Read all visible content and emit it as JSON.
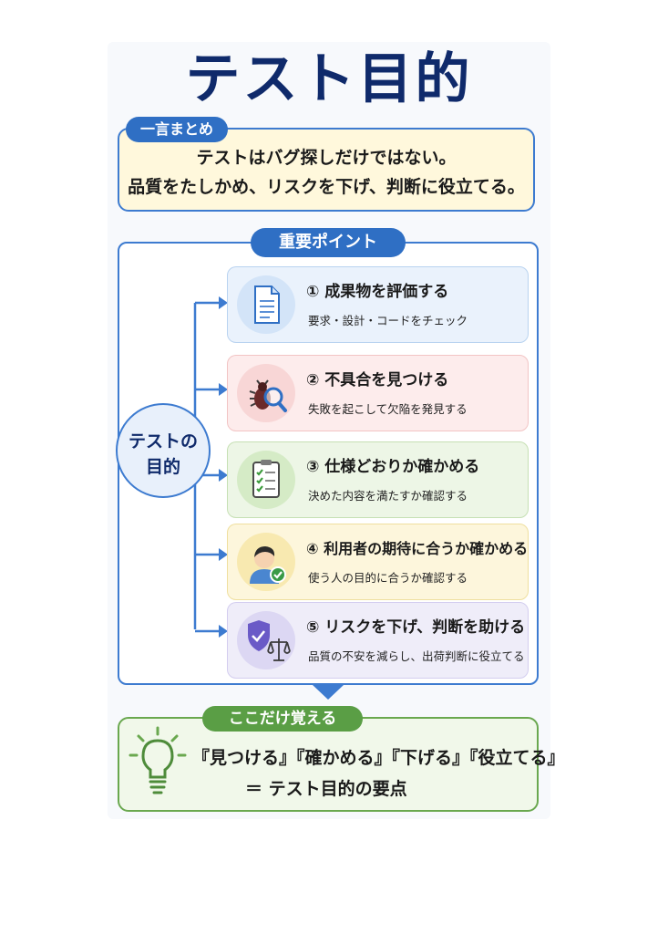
{
  "title": "テスト目的",
  "summary": {
    "label": "一言まとめ",
    "line1": "テストはバグ探しだけではない。",
    "line2": "品質をたしかめ、リスクを下げ、判断に役立てる。"
  },
  "points": {
    "label": "重要ポイント",
    "center_line1": "テストの",
    "center_line2": "目的",
    "items": [
      {
        "title": "① 成果物を評価する",
        "sub": "要求・設計・コードをチェック",
        "icon": "document-icon",
        "bg": "#eaf2fc",
        "border": "#b9d3f0"
      },
      {
        "title": "② 不具合を見つける",
        "sub": "失敗を起こして欠陥を発見する",
        "icon": "bug-magnifier-icon",
        "bg": "#fdecec",
        "border": "#f2c4c4"
      },
      {
        "title": "③ 仕様どおりか確かめる",
        "sub": "決めた内容を満たすか確認する",
        "icon": "checklist-icon",
        "bg": "#edf6e6",
        "border": "#c6e0b4"
      },
      {
        "title": "④ 利用者の期待に合うか確かめる",
        "sub": "使う人の目的に合うか確認する",
        "icon": "user-check-icon",
        "bg": "#fdf6dc",
        "border": "#efdf9e"
      },
      {
        "title": "⑤ リスクを下げ、判断を助ける",
        "sub": "品質の不安を減らし、出荷判断に役立てる",
        "icon": "shield-scale-icon",
        "bg": "#efedf9",
        "border": "#d3cdef"
      }
    ]
  },
  "remember": {
    "label": "ここだけ覚える",
    "line1": "『見つける』『確かめる』『下げる』『役立てる』",
    "line2": "＝ テスト目的の要点",
    "icon": "lightbulb-icon"
  }
}
